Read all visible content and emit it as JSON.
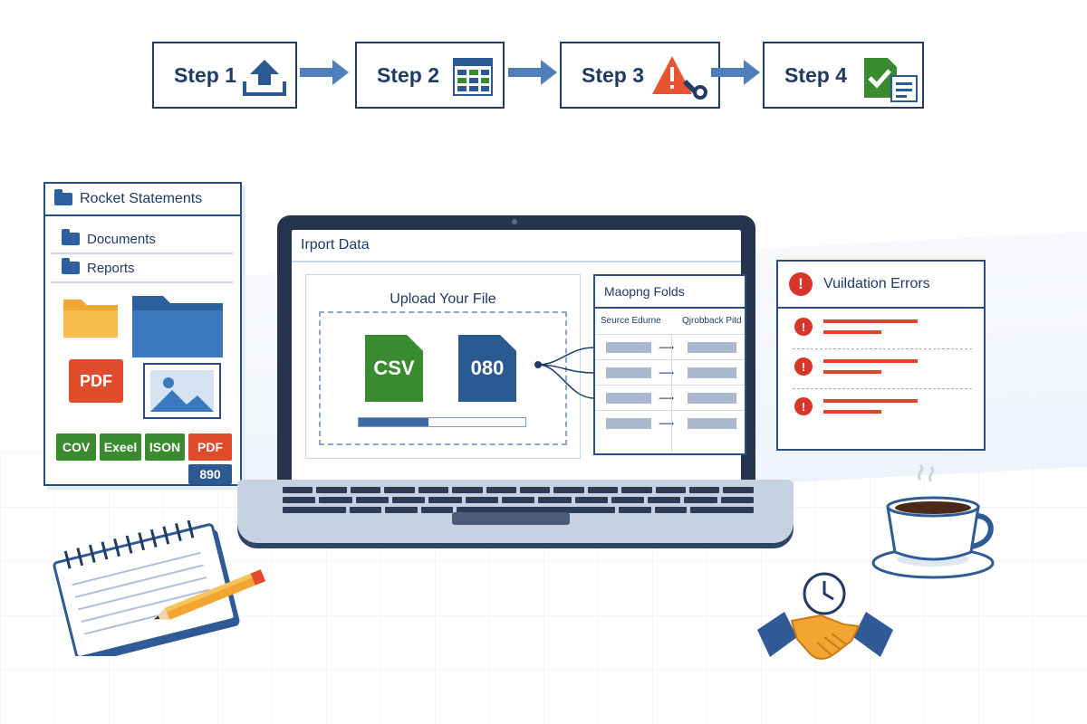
{
  "steps": [
    {
      "label": "Step 1",
      "icon": "upload-icon"
    },
    {
      "label": "Step 2",
      "icon": "table-icon"
    },
    {
      "label": "Step 3",
      "icon": "warning-wrench-icon"
    },
    {
      "label": "Step 4",
      "icon": "checklist-icon"
    }
  ],
  "files_panel": {
    "title": "Rocket Statements",
    "items": [
      "Documents",
      "Reports"
    ],
    "file_tags": [
      "COV",
      "Exeel",
      "ISON",
      "PDF"
    ],
    "pdf_label": "PDF",
    "count": "890"
  },
  "laptop": {
    "window_title": "Irport Data",
    "upload": {
      "title": "Upload Your File",
      "files": [
        "CSV",
        "080"
      ],
      "progress": 0.42
    },
    "mapping": {
      "title": "Maopng Folds",
      "col_source": "Seurce Edurne",
      "col_target": "Qjrobback Pitd"
    }
  },
  "errors_panel": {
    "title": "Vuildation Errors",
    "error_count": 3
  },
  "colors": {
    "navy": "#1f3b66",
    "csv_green": "#3a8a2f",
    "doc_blue": "#2b5a93",
    "error_red": "#d7352a",
    "folder_orange": "#f2a533"
  }
}
